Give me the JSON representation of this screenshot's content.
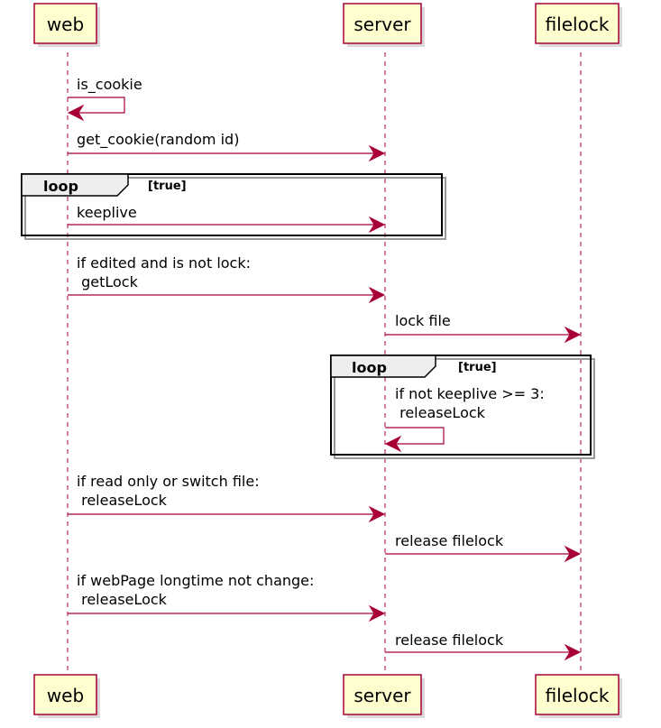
{
  "diagram": {
    "participants": [
      {
        "id": "web",
        "label": "web"
      },
      {
        "id": "server",
        "label": "server"
      },
      {
        "id": "filelock",
        "label": "filelock"
      }
    ],
    "messages": [
      {
        "from": "web",
        "to": "web",
        "label": [
          "is_cookie"
        ]
      },
      {
        "from": "web",
        "to": "server",
        "label": [
          "get_cookie(random id)"
        ]
      },
      {
        "from": "web",
        "to": "server",
        "label": [
          "keeplive"
        ]
      },
      {
        "from": "web",
        "to": "server",
        "label": [
          "if edited and is not lock:",
          " getLock"
        ]
      },
      {
        "from": "server",
        "to": "filelock",
        "label": [
          "lock file"
        ]
      },
      {
        "from": "server",
        "to": "server",
        "label": [
          "if not keeplive >= 3:",
          " releaseLock"
        ]
      },
      {
        "from": "web",
        "to": "server",
        "label": [
          "if read only or switch file:",
          " releaseLock"
        ]
      },
      {
        "from": "server",
        "to": "filelock",
        "label": [
          "release filelock"
        ]
      },
      {
        "from": "web",
        "to": "server",
        "label": [
          "if webPage longtime not change:",
          " releaseLock"
        ]
      },
      {
        "from": "server",
        "to": "filelock",
        "label": [
          "release filelock"
        ]
      }
    ],
    "fragments": [
      {
        "kind": "loop",
        "guard": "[true]"
      },
      {
        "kind": "loop",
        "guard": "[true]"
      }
    ]
  },
  "colors": {
    "participant_fill": "#fefece",
    "line": "#a80036",
    "frame_tab": "#eeeeee"
  }
}
